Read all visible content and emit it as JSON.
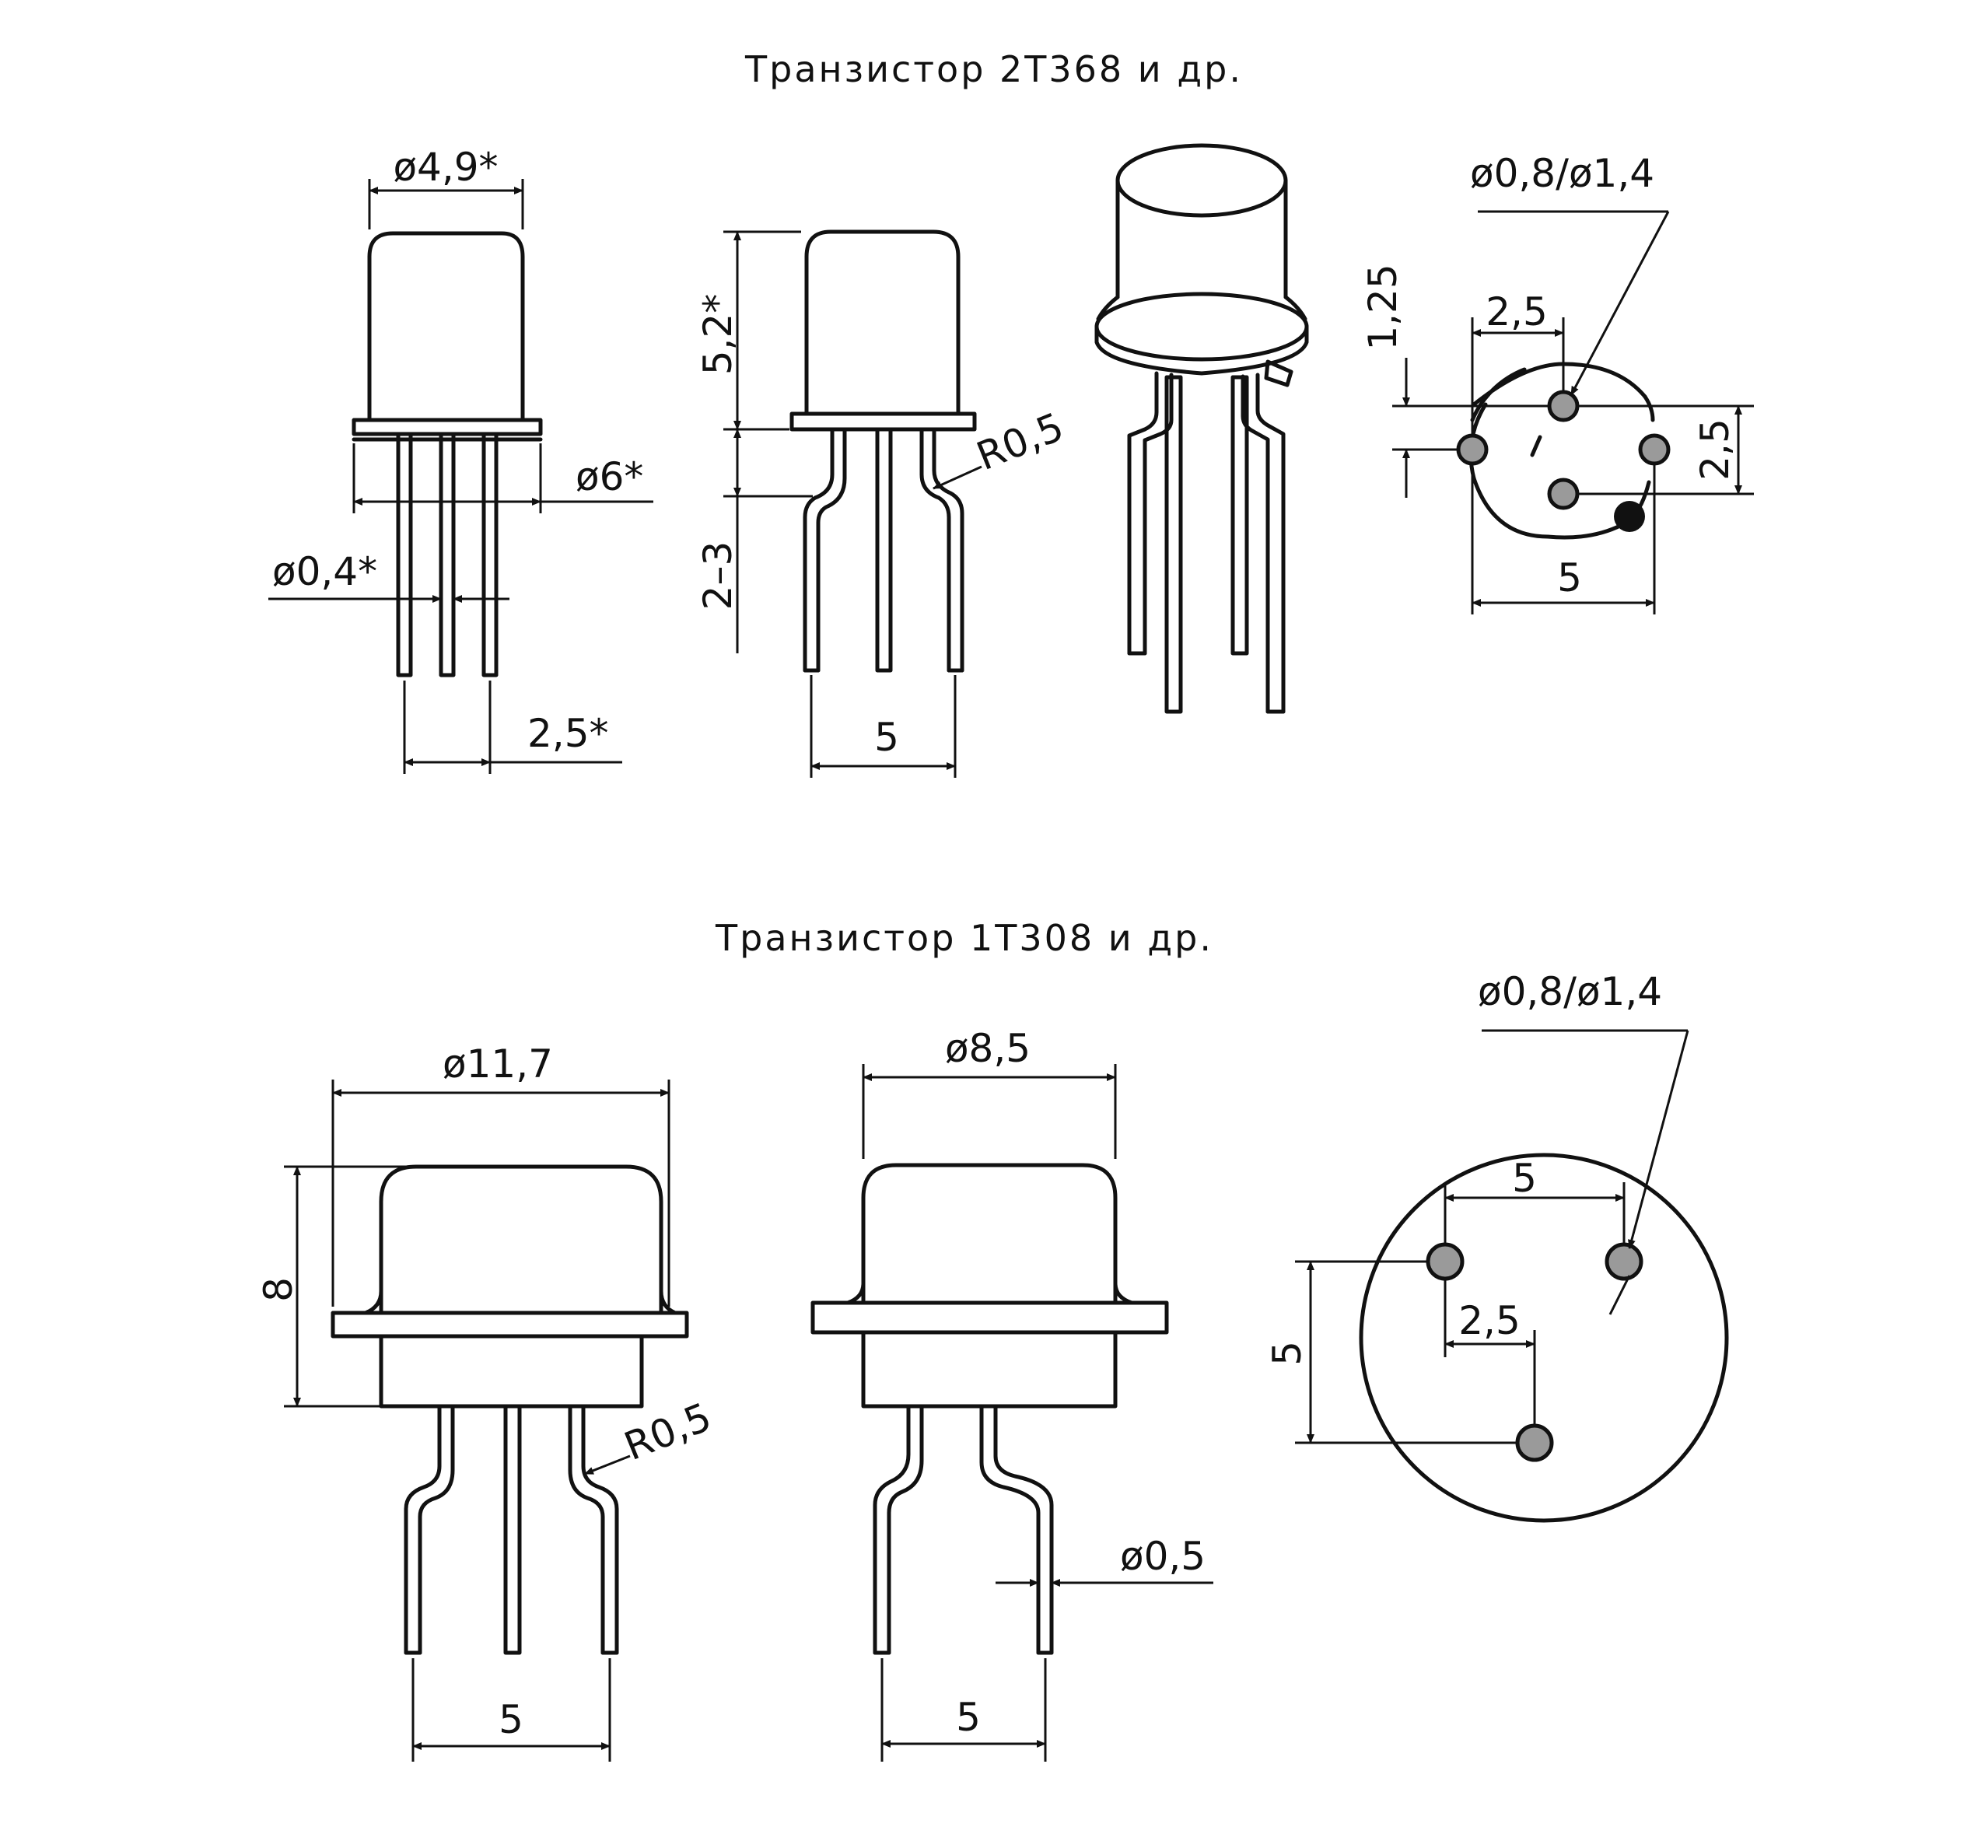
{
  "section_top": {
    "title": "Транзистор 2Т368 и др.",
    "labels": {
      "body_dia": "ø4,9*",
      "flange_dia": "ø6*",
      "lead_dia": "ø0,4*",
      "lead_pitch": "2,5*",
      "height": "5,2*",
      "bend_len": "2–3",
      "radius": "R0,5",
      "span": "5",
      "pad_dia": "ø0,8/ø1,4",
      "offset": "1,25",
      "pitch_h": "2,5",
      "pitch_v": "2,5",
      "base_span": "5"
    }
  },
  "section_bottom": {
    "title": "Транзистор 1Т308 и др.",
    "labels": {
      "flange_dia": "ø11,7",
      "height": "8",
      "radius": "R0,5",
      "span_left": "5",
      "body_dia": "ø8,5",
      "lead_dia": "ø0,5",
      "span_mid": "5",
      "pad_dia": "ø0,8/ø1,4",
      "pitch_h": "5",
      "pitch_small": "2,5",
      "pitch_v": "5"
    }
  }
}
